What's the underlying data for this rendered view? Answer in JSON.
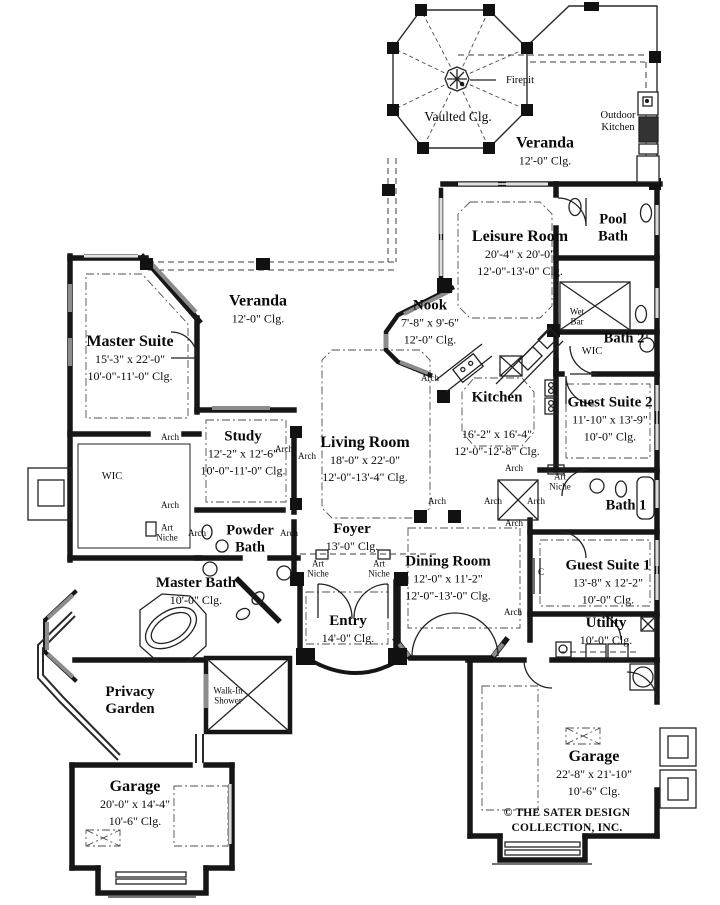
{
  "rooms": {
    "veranda_top": {
      "name": "Veranda",
      "clg": "12'-0\" Clg."
    },
    "vaulted": {
      "name": "Vaulted Clg."
    },
    "firepit": {
      "name": "Firepit"
    },
    "outdoor_kitchen": {
      "line1": "Outdoor",
      "line2": "Kitchen"
    },
    "leisure": {
      "name": "Leisure Room",
      "dims": "20'-4\" x 20'-0\"",
      "clg": "12'-0\"-13'-0\" Clg."
    },
    "pool_bath": {
      "line1": "Pool",
      "line2": "Bath"
    },
    "bath2": {
      "name": "Bath 2"
    },
    "wet_bar": {
      "line1": "Wet",
      "line2": "Bar"
    },
    "wic_right": {
      "name": "WIC"
    },
    "guest2": {
      "name": "Guest Suite 2",
      "dims": "11'-10\" x 13'-9\"",
      "clg": "10'-0\" Clg."
    },
    "nook": {
      "name": "Nook",
      "dims": "7'-8\" x 9'-6\"",
      "clg": "12'-0\" Clg."
    },
    "veranda_left": {
      "name": "Veranda",
      "clg": "12'-0\" Clg."
    },
    "master_suite": {
      "name": "Master Suite",
      "dims": "15'-3\" x 22'-0\"",
      "clg": "10'-0\"-11'-0\" Clg."
    },
    "kitchen": {
      "name": "Kitchen",
      "dims": "16'-2\" x 16'-4\"",
      "clg": "12'-0\"-12'-8\" Clg."
    },
    "study": {
      "name": "Study",
      "dims": "12'-2\" x 12'-6\"",
      "clg": "10'-0\"-11'-0\" Clg."
    },
    "living": {
      "name": "Living Room",
      "dims": "18'-0\" x 22'-0\"",
      "clg": "12'-0\"-13'-4\" Clg."
    },
    "wic_left": {
      "name": "WIC"
    },
    "powder": {
      "line1": "Powder",
      "line2": "Bath"
    },
    "foyer": {
      "name": "Foyer",
      "clg": "13'-0\" Clg."
    },
    "bath1": {
      "name": "Bath 1"
    },
    "guest1": {
      "name": "Guest Suite 1",
      "dims": "13'-8\" x 12'-2\"",
      "clg": "10'-0\" Clg."
    },
    "dining": {
      "name": "Dining Room",
      "dims": "12'-0\" x 11'-2\"",
      "clg": "12'-0\"-13'-0\" Clg."
    },
    "master_bath": {
      "name": "Master Bath",
      "clg": "10'-0\" Clg."
    },
    "entry": {
      "name": "Entry",
      "clg": "14'-0\" Clg."
    },
    "utility": {
      "name": "Utility",
      "clg": "10'-0\" Clg."
    },
    "walk_in_shower": {
      "line1": "Walk-In",
      "line2": "Shower"
    },
    "privacy_garden": {
      "line1": "Privacy",
      "line2": "Garden"
    },
    "garage_left": {
      "name": "Garage",
      "dims": "20'-0\" x 14'-4\"",
      "clg": "10'-6\" Clg."
    },
    "garage_right": {
      "name": "Garage",
      "dims": "22'-8\" x 21'-10\"",
      "clg": "10'-6\" Clg."
    },
    "closet_c": {
      "name": "C"
    }
  },
  "labels": {
    "arch": "Arch",
    "art1": "Art",
    "art2": "Niche"
  },
  "credit": {
    "line1": "© THE SATER DESIGN",
    "line2": "COLLECTION, INC."
  }
}
